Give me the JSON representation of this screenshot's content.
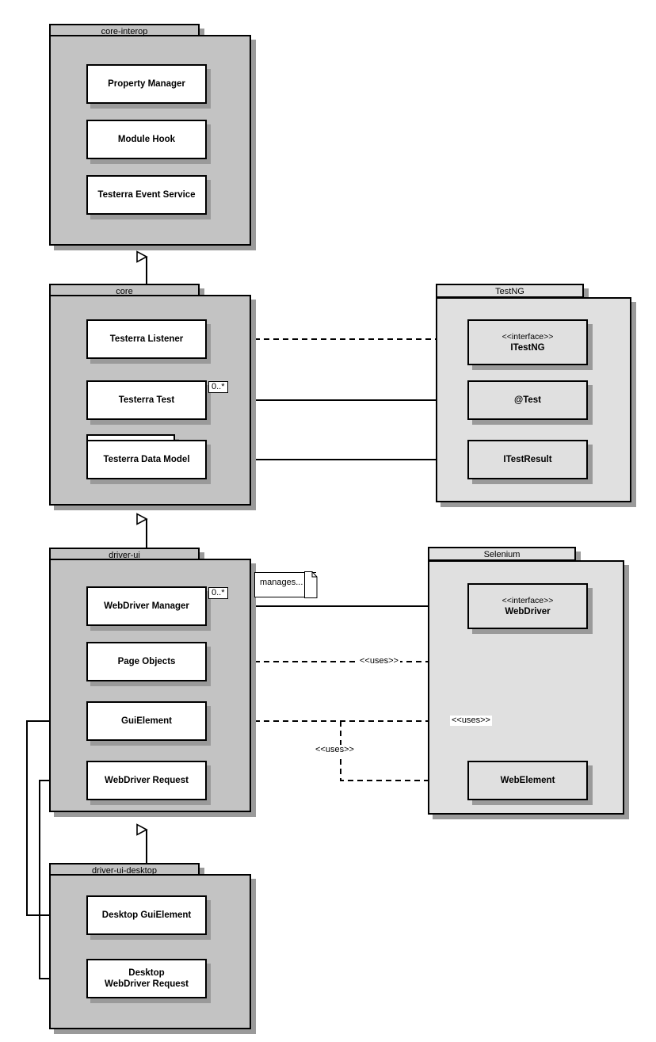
{
  "diagram": {
    "title": "Testerra module architecture UML package diagram",
    "colors": {
      "package_fill_dark": "#c3c3c3",
      "package_fill_light": "#e0e0e0",
      "class_fill": "#ffffff",
      "class_fill_light": "#e0e0e0",
      "stroke": "#000000",
      "shadow": "#9a9a9a",
      "background": "#ffffff"
    }
  },
  "packages": {
    "core_interop": {
      "name": "core-interop",
      "classes": [
        {
          "name": "Property Manager"
        },
        {
          "name": "Module Hook"
        },
        {
          "name": "Testerra Event Service"
        }
      ]
    },
    "core": {
      "name": "core",
      "classes": [
        {
          "name": "Testerra Listener"
        },
        {
          "name": "Testerra Test"
        },
        {
          "name": "Testerra Data Model"
        }
      ]
    },
    "testng": {
      "name": "TestNG",
      "classes": [
        {
          "stereotype": "<<interface>>",
          "name": "ITestNG"
        },
        {
          "name": "@Test"
        },
        {
          "name": "ITestResult"
        }
      ]
    },
    "driver_ui": {
      "name": "driver-ui",
      "classes": [
        {
          "name": "WebDriver Manager"
        },
        {
          "name": "Page Objects"
        },
        {
          "name": "GuiElement"
        },
        {
          "name": "WebDriver Request"
        }
      ]
    },
    "selenium": {
      "name": "Selenium",
      "classes": [
        {
          "stereotype": "<<interface>>",
          "name": "WebDriver"
        },
        {
          "name": "WebElement"
        }
      ]
    },
    "driver_ui_desktop": {
      "name": "driver-ui-desktop",
      "classes": [
        {
          "name": "Desktop GuiElement"
        },
        {
          "name": "Desktop",
          "name2": "WebDriver Request"
        }
      ]
    }
  },
  "notes": {
    "manages": "manages..."
  },
  "edge_labels": {
    "multiplicity_test": "0..*",
    "multiplicity_webdriver": "0..*",
    "uses_page_objects": "<<uses>>",
    "uses_guielement": "<<uses>>",
    "uses_webelement": "<<uses>>"
  },
  "relations": [
    {
      "from": "core",
      "to": "core-interop",
      "type": "generalization"
    },
    {
      "from": "driver-ui",
      "to": "core",
      "type": "generalization"
    },
    {
      "from": "driver-ui-desktop",
      "to": "driver-ui",
      "type": "generalization"
    },
    {
      "from": "Testerra Listener",
      "to": "ITestNG",
      "type": "realization"
    },
    {
      "from": "Testerra Test",
      "to": "@Test",
      "type": "composition",
      "label": "0..*"
    },
    {
      "from": "Testerra Data Model",
      "to": "ITestResult",
      "type": "association"
    },
    {
      "from": "WebDriver Manager",
      "to": "WebDriver",
      "type": "association",
      "label": "0..*"
    },
    {
      "from": "Page Objects",
      "to": "WebDriver",
      "type": "dependency",
      "label": "<<uses>>"
    },
    {
      "from": "GuiElement",
      "to": "WebDriver",
      "type": "dependency",
      "label": "<<uses>>"
    },
    {
      "from": "GuiElement",
      "to": "WebElement",
      "type": "dependency",
      "label": "<<uses>>"
    },
    {
      "from": "Desktop GuiElement",
      "to": "GuiElement",
      "type": "generalization"
    },
    {
      "from": "Desktop WebDriver Request",
      "to": "WebDriver Request",
      "type": "generalization"
    }
  ]
}
